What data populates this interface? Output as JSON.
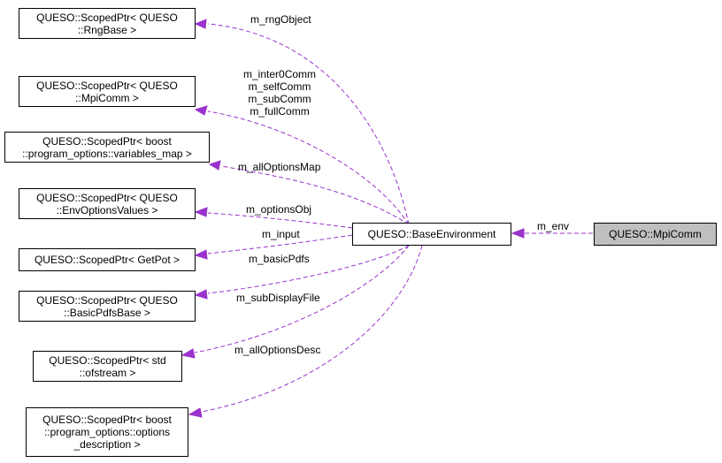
{
  "colors": {
    "edge": "#9a32cd",
    "highlight_fill": "#bfbfbf",
    "node_border": "#000000"
  },
  "nodes": {
    "rng_base": [
      "QUESO::ScopedPtr< QUESO",
      "::RngBase >"
    ],
    "mpi_comm_ptr": [
      "QUESO::ScopedPtr< QUESO",
      "::MpiComm >"
    ],
    "variables_map": [
      "QUESO::ScopedPtr< boost",
      "::program_options::variables_map >"
    ],
    "env_options": [
      "QUESO::ScopedPtr< QUESO",
      "::EnvOptionsValues >"
    ],
    "getpot": [
      "QUESO::ScopedPtr< GetPot >"
    ],
    "basic_pdfs": [
      "QUESO::ScopedPtr< QUESO",
      "::BasicPdfsBase >"
    ],
    "ofstream": [
      "QUESO::ScopedPtr< std",
      "::ofstream >"
    ],
    "options_description": [
      "QUESO::ScopedPtr< boost",
      "::program_options::options",
      "_description >"
    ],
    "base_environment": [
      "QUESO::BaseEnvironment"
    ],
    "mpi_comm": [
      "QUESO::MpiComm"
    ]
  },
  "edge_labels": {
    "rng": [
      "m_rngObject"
    ],
    "comm": [
      "m_inter0Comm",
      "m_selfComm",
      "m_subComm",
      "m_fullComm"
    ],
    "all_options_map": [
      "m_allOptionsMap"
    ],
    "options_obj": [
      "m_optionsObj"
    ],
    "input": [
      "m_input"
    ],
    "basic_pdfs": [
      "m_basicPdfs"
    ],
    "sub_display_file": [
      "m_subDisplayFile"
    ],
    "all_options_desc": [
      "m_allOptionsDesc"
    ],
    "env": [
      "m_env"
    ]
  }
}
